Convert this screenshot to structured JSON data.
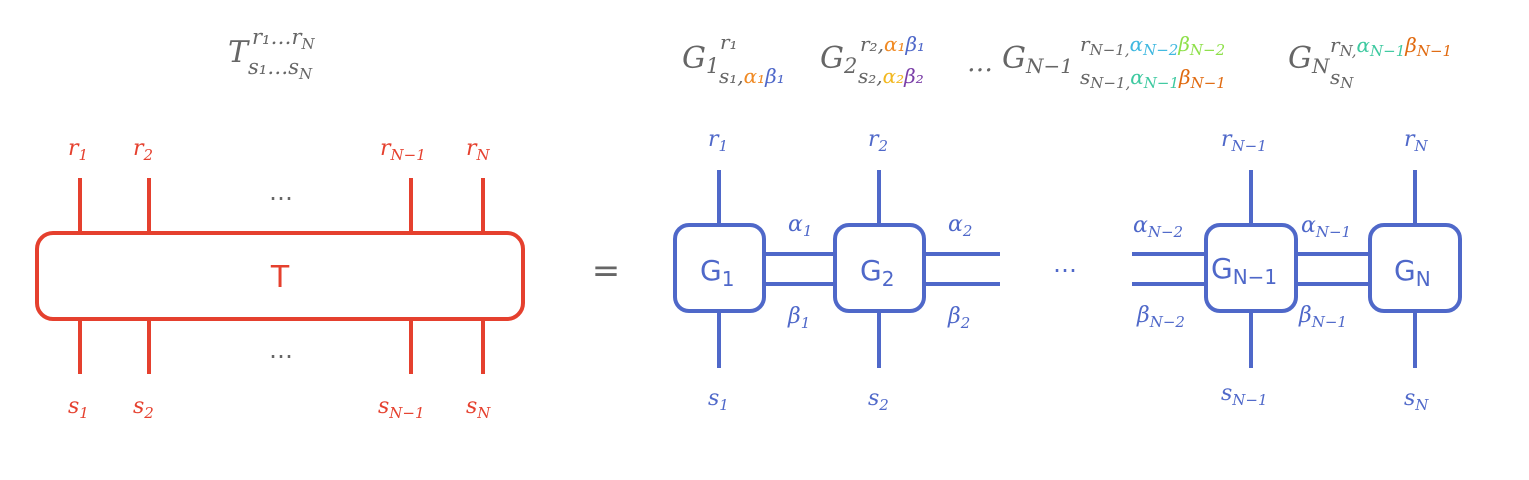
{
  "colors": {
    "red": "#e5402e",
    "blue": "#4f68c9",
    "gray": "#666666",
    "orange": "#f08a24",
    "yellow": "#f2b820",
    "purple": "#7b3fa8",
    "cyan": "#3fb8e0",
    "lime": "#8ee04a",
    "teal": "#3ec9a0",
    "dark_orange": "#e06a10"
  },
  "formula_left": {
    "base": "T",
    "sup": "r₁…r",
    "sup_last": "N",
    "sub": "s₁…s",
    "sub_last": "N"
  },
  "formula_right": {
    "g1": "G",
    "g1_idx": "1",
    "g1_sup": "r₁",
    "g1_sub_s": "s₁,",
    "g1_alpha": "α₁",
    "g1_beta": "β₁",
    "g2": "G",
    "g2_idx": "2",
    "g2_sup_r": "r₂,",
    "g2_sup_alpha": "α₁",
    "g2_sup_beta": "β₁",
    "g2_sub_s": "s₂,",
    "g2_sub_alpha": "α₂",
    "g2_sub_beta": "β₂",
    "dots": "…",
    "gn1": "G",
    "gn1_idx": "N−1",
    "gn1_sup_r": "r",
    "gn1_sup_r_idx": "N−1,",
    "gn1_sup_alpha": "α",
    "gn1_sup_alpha_idx": "N−2",
    "gn1_sup_beta": "β",
    "gn1_sup_beta_idx": "N−2",
    "gn1_sub_s": "s",
    "gn1_sub_s_idx": "N−1,",
    "gn1_sub_alpha": "α",
    "gn1_sub_alpha_idx": "N−1",
    "gn1_sub_beta": "β",
    "gn1_sub_beta_idx": "N−1",
    "gn": "G",
    "gn_idx": "N",
    "gn_sub_s": "s",
    "gn_sub_s_idx": "N",
    "gn_sup_r": "r",
    "gn_sup_r_idx": "N,",
    "gn_sup_alpha": "α",
    "gn_sup_alpha_idx": "N−1",
    "gn_sup_beta": "β",
    "gn_sup_beta_idx": "N−1"
  },
  "tensor": {
    "label": "T",
    "dots_top": "…",
    "dots_bottom": "…",
    "top_legs": [
      {
        "v": "r",
        "i": "1"
      },
      {
        "v": "r",
        "i": "2"
      },
      {
        "v": "r",
        "i": "N−1"
      },
      {
        "v": "r",
        "i": "N"
      }
    ],
    "bottom_legs": [
      {
        "v": "s",
        "i": "1"
      },
      {
        "v": "s",
        "i": "2"
      },
      {
        "v": "s",
        "i": "N−1"
      },
      {
        "v": "s",
        "i": "N"
      }
    ]
  },
  "equals": "=",
  "train": {
    "dots": "…",
    "cores": [
      {
        "name": "G",
        "idx": "1",
        "top": "r",
        "top_i": "1",
        "bottom": "s",
        "bottom_i": "1"
      },
      {
        "name": "G",
        "idx": "2",
        "top": "r",
        "top_i": "2",
        "bottom": "s",
        "bottom_i": "2"
      },
      {
        "name": "G",
        "idx": "N−1",
        "top": "r",
        "top_i": "N−1",
        "bottom": "s",
        "bottom_i": "N−1"
      },
      {
        "name": "G",
        "idx": "N",
        "top": "r",
        "top_i": "N",
        "bottom": "s",
        "bottom_i": "N"
      }
    ],
    "bonds": [
      {
        "a": "α",
        "a_i": "1",
        "b": "β",
        "b_i": "1"
      },
      {
        "a": "α",
        "a_i": "2",
        "b": "β",
        "b_i": "2"
      },
      {
        "a": "α",
        "a_i": "N−2",
        "b": "β",
        "b_i": "N−2"
      },
      {
        "a": "α",
        "a_i": "N−1",
        "b": "β",
        "b_i": "N−1"
      }
    ]
  }
}
